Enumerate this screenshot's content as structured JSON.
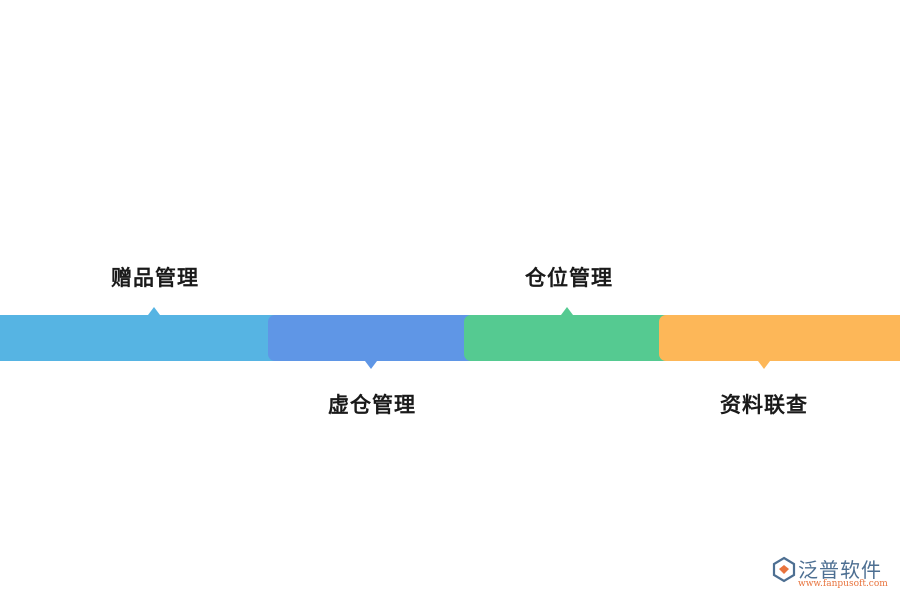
{
  "steps": [
    {
      "label": "赠品管理",
      "color": "#56b4e3",
      "label_position": "above"
    },
    {
      "label": "虚仓管理",
      "color": "#5f96e6",
      "label_position": "below"
    },
    {
      "label": "仓位管理",
      "color": "#55ca91",
      "label_position": "above"
    },
    {
      "label": "资料联查",
      "color": "#fdb758",
      "label_position": "below"
    }
  ],
  "watermark": {
    "name": "泛普软件",
    "url": "www.fanpusoft.com"
  }
}
